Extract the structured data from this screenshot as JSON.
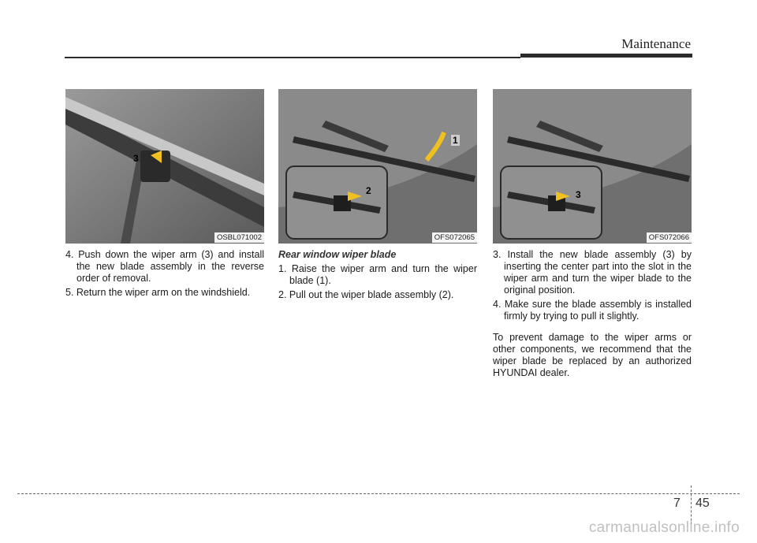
{
  "header": {
    "section": "Maintenance"
  },
  "figures": [
    {
      "code": "OSBL071002",
      "callouts": [
        "3"
      ]
    },
    {
      "code": "OFS072065",
      "callouts": [
        "1",
        "2"
      ]
    },
    {
      "code": "OFS072066",
      "callouts": [
        "3"
      ]
    }
  ],
  "columns": [
    {
      "steps": [
        "4. Push down the wiper arm (3) and install the new blade assembly in the reverse order of removal.",
        "5. Return the wiper arm on the windshield."
      ]
    },
    {
      "subtitle": "Rear window wiper blade",
      "steps": [
        "1. Raise the wiper arm and turn the wiper blade (1).",
        "2. Pull out the wiper blade assembly (2)."
      ]
    },
    {
      "steps": [
        "3. Install the new blade assembly (3) by inserting the center part into the slot in the wiper arm and turn the wiper blade to the original position.",
        "4. Make sure the blade assembly is installed firmly by trying to pull it slightly."
      ],
      "note": "To prevent damage to the wiper arms or other components, we recommend that the wiper blade be replaced by an authorized HYUNDAI dealer."
    }
  ],
  "footer": {
    "chapter": "7",
    "page": "45",
    "watermark": "carmanualsonline.info"
  }
}
